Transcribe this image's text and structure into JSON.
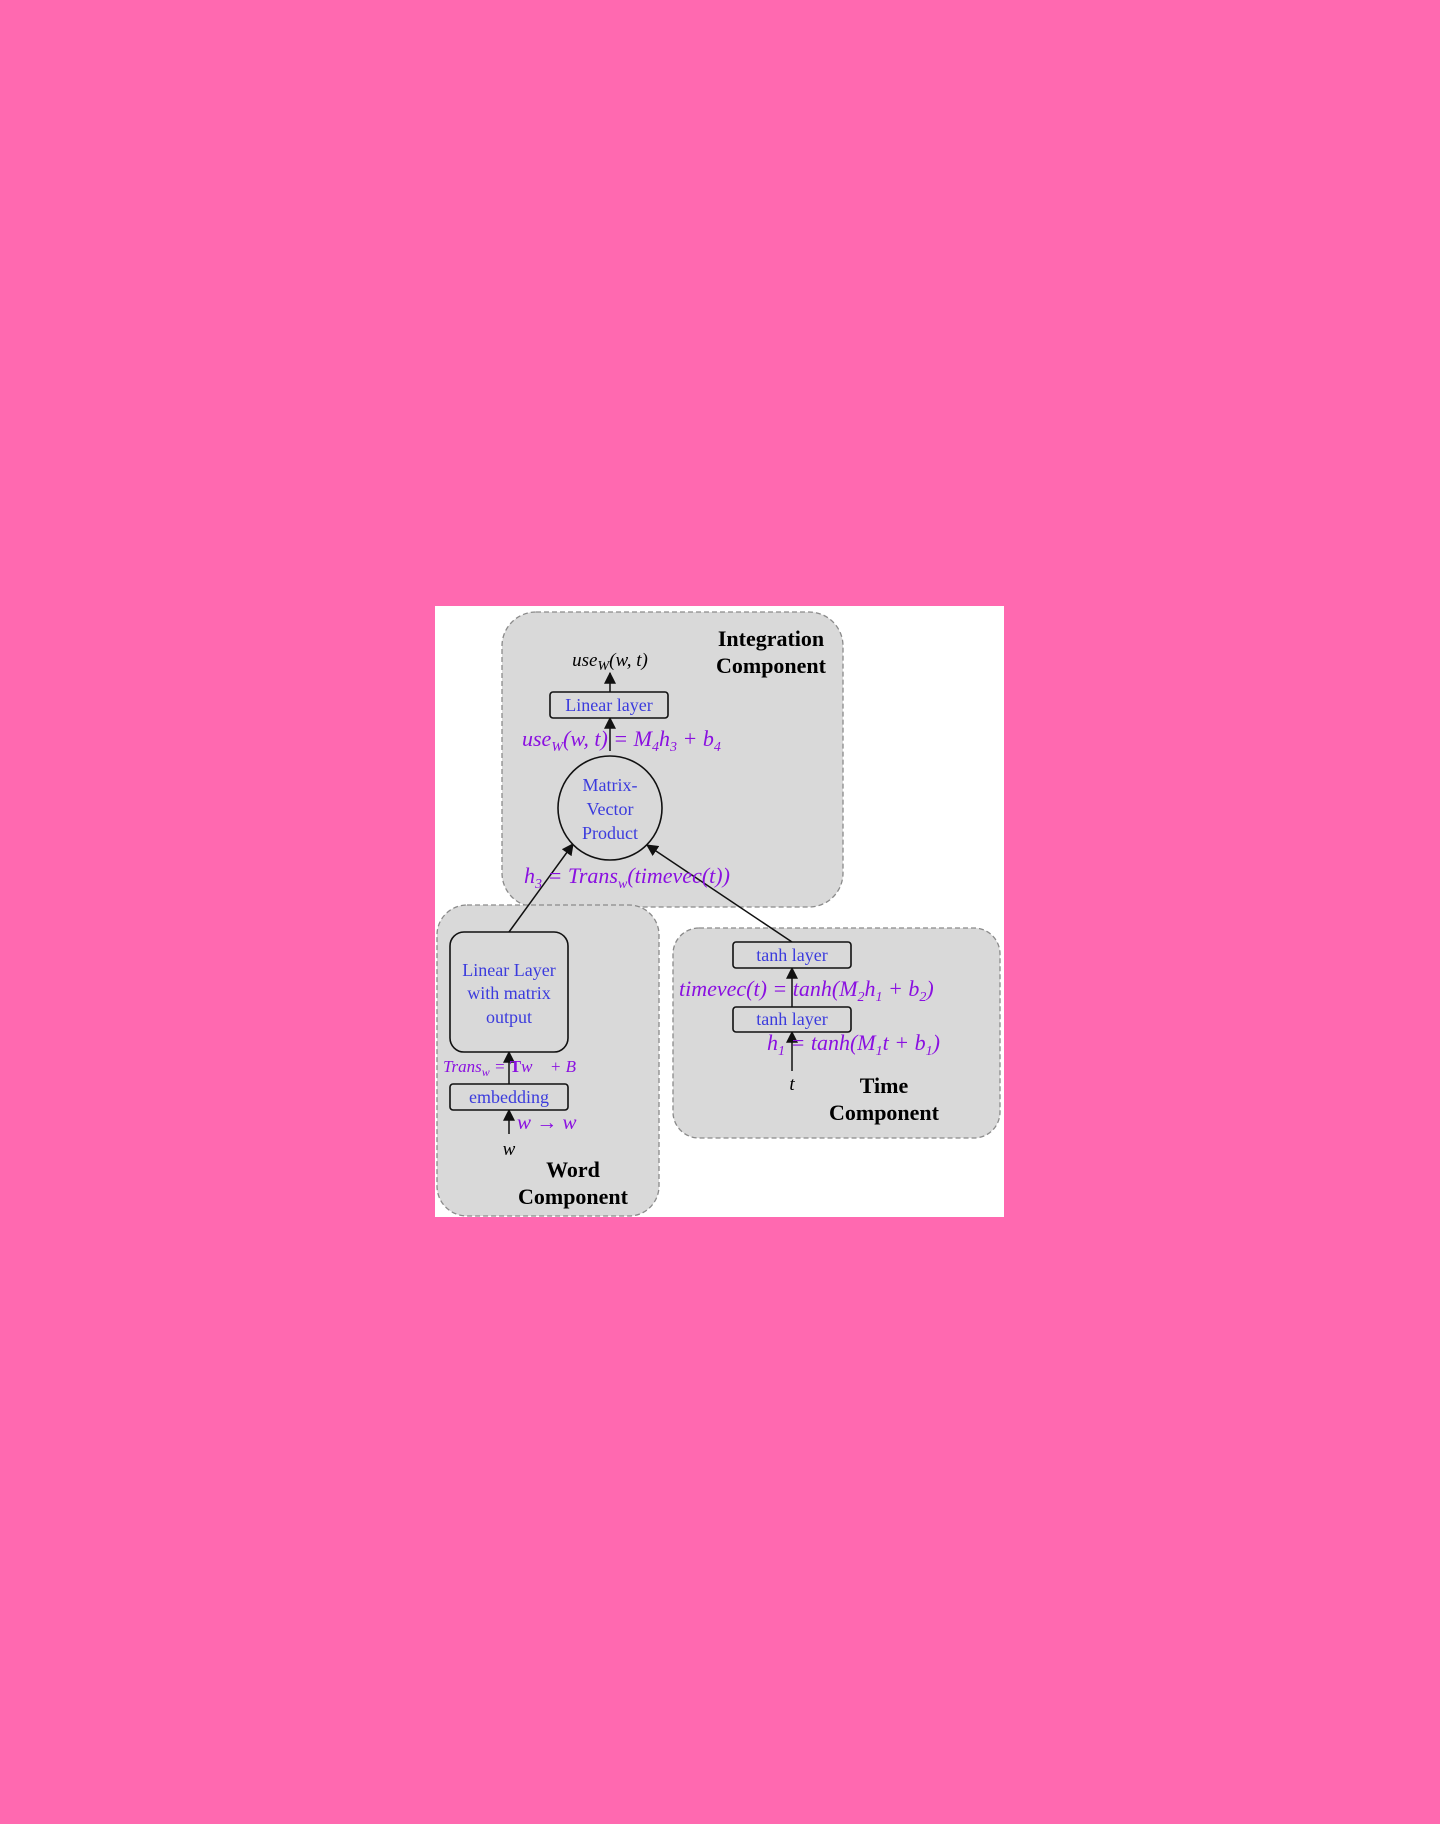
{
  "colors": {
    "page_background": "#ff69b0",
    "component_fill": "#d9d9d9",
    "node_label": "#3b3bdd",
    "equation": "#8a10e0"
  },
  "components": {
    "integration": {
      "title_line1": "Integration",
      "title_line2": "Component"
    },
    "word": {
      "title_line1": "Word",
      "title_line2": "Component"
    },
    "time": {
      "title_line1": "Time",
      "title_line2": "Component"
    }
  },
  "nodes": {
    "output_linear": "Linear layer",
    "matrix_vector": {
      "line1": "Matrix-",
      "line2": "Vector",
      "line3": "Product"
    },
    "word_linear": {
      "line1": "Linear Layer",
      "line2": "with matrix",
      "line3": "output"
    },
    "embedding": "embedding",
    "tanh_top": "tanh layer",
    "tanh_bottom": "tanh layer"
  },
  "equations": {
    "output": {
      "main": "use",
      "sub": "W",
      "rest": "(w, t)"
    },
    "use_eq": {
      "a": "use",
      "a_sub": "W",
      "b": "(w, t) = M",
      "b_sub": "4",
      "c": "h",
      "c_sub": "3",
      "d": " + b",
      "d_sub": "4"
    },
    "h3_eq": {
      "a": "h",
      "a_sub": "3",
      "b": " = Trans",
      "b_sub": "w",
      "c": "(timevec(t))"
    },
    "trans_eq": {
      "a": "Trans",
      "a_sub": "w",
      "b": " = ",
      "bold": "T",
      "c": "w⃗ + B"
    },
    "embed_eq": "w → w⃗",
    "word_input": "w",
    "timevec_eq": {
      "a": "timevec(t) = tanh(M",
      "a_sub": "2",
      "b": "h",
      "b_sub": "1",
      "c": " + b",
      "c_sub": "2",
      "d": ")"
    },
    "h1_eq": {
      "a": "h",
      "a_sub": "1",
      "b": " = tanh(M",
      "b_sub": "1",
      "c": "t + b",
      "c_sub": "1",
      "d": ")"
    },
    "time_input": "t"
  }
}
